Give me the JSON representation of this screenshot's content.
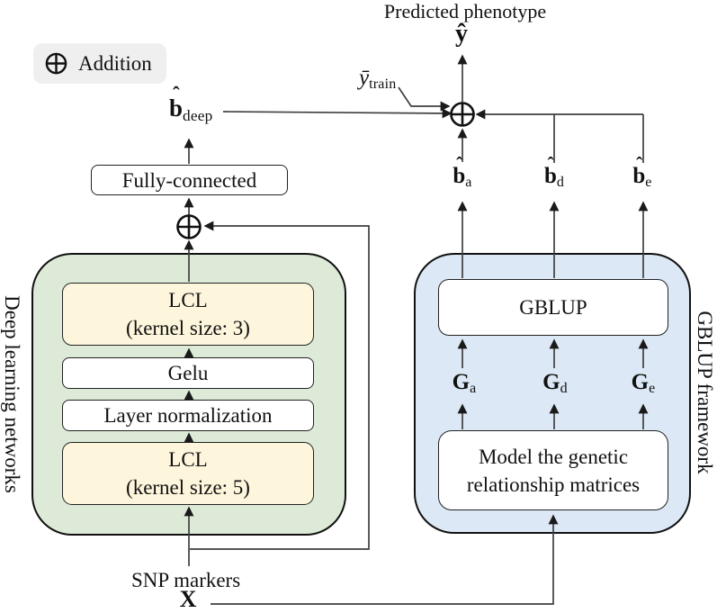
{
  "figure": {
    "title": "Predicted phenotype",
    "legend": {
      "symbol": "plus-in-circle",
      "label": "Addition"
    },
    "outputs": {
      "y_hat": "ŷ",
      "y_train_base": "ȳ",
      "y_train_sub": "train"
    },
    "deep_learning": {
      "side_label": "Deep learning networks",
      "b_deep": {
        "hat": "ˆ",
        "base": "b",
        "sub": "deep"
      },
      "fully_connected": "Fully-connected",
      "lcl_top": {
        "line1": "LCL",
        "line2": "(kernel size: 3)"
      },
      "gelu": "Gelu",
      "layer_norm": "Layer normalization",
      "lcl_bottom": {
        "line1": "LCL",
        "line2": "(kernel size: 5)"
      }
    },
    "gblup": {
      "side_label": "GBLUP framework",
      "b_terms": [
        {
          "hat": "ˆ",
          "base": "b",
          "sub": "a"
        },
        {
          "hat": "ˆ",
          "base": "b",
          "sub": "d"
        },
        {
          "hat": "ˆ",
          "base": "b",
          "sub": "e"
        }
      ],
      "gblup_box": "GBLUP",
      "g_terms": [
        {
          "base": "G",
          "sub": "a"
        },
        {
          "base": "G",
          "sub": "d"
        },
        {
          "base": "G",
          "sub": "e"
        }
      ],
      "model_box": {
        "line1": "Model the genetic",
        "line2": "relationship matrices"
      }
    },
    "input": {
      "snp_markers": "SNP markers",
      "x": "X"
    },
    "colors": {
      "green_panel": "#dcead7",
      "yellow_box": "#fdf6dc",
      "blue_panel": "#dce8f5",
      "legend_bg": "#efefef",
      "line": "#3f3f3f",
      "border": "#111111"
    }
  }
}
